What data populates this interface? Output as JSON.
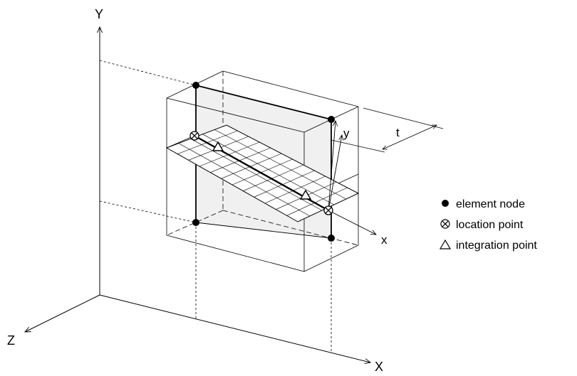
{
  "axes": {
    "global": {
      "x": "X",
      "y": "Y",
      "z": "Z"
    },
    "local": {
      "x": "x",
      "y": "y"
    },
    "thickness": "t"
  },
  "legend": {
    "items": [
      {
        "symbol": "filled-circle",
        "label": "element node"
      },
      {
        "symbol": "circle-cross",
        "label": "location point"
      },
      {
        "symbol": "triangle",
        "label": "integration point"
      }
    ]
  }
}
